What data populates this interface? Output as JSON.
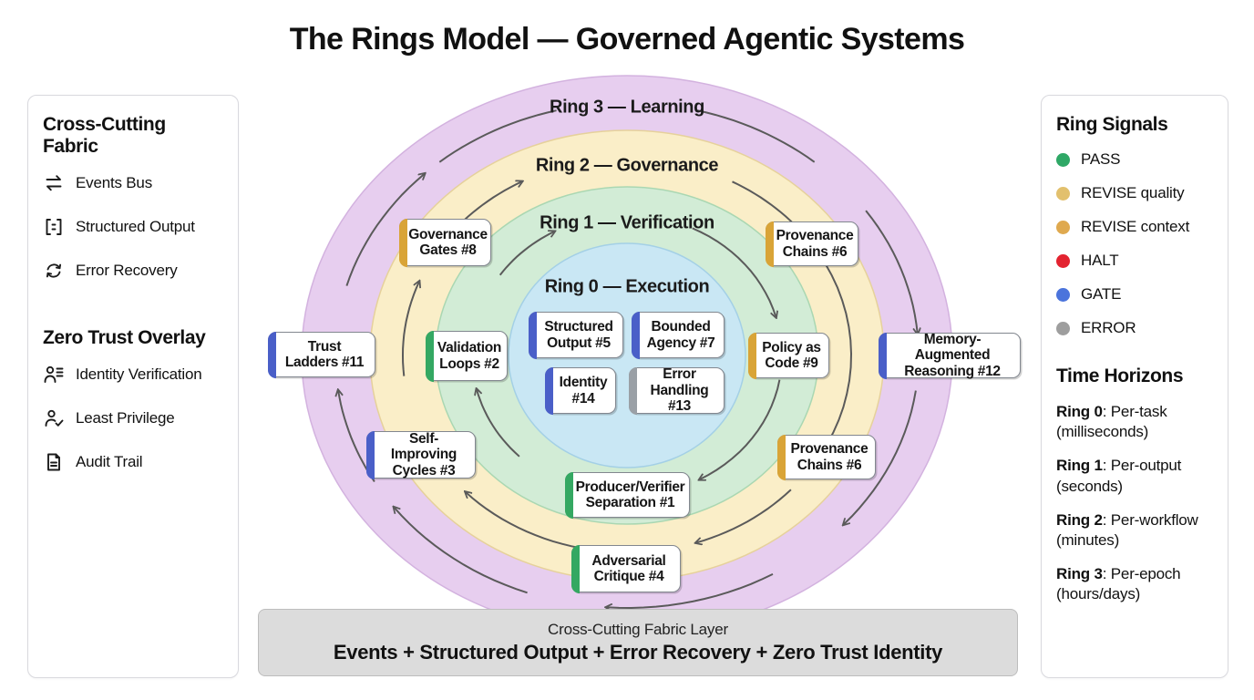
{
  "title": "The Rings Model — Governed Agentic Systems",
  "left_panel": {
    "fabric_heading": "Cross-Cutting Fabric",
    "fabric_items": [
      {
        "icon": "swap-arrows-icon",
        "label": "Events Bus"
      },
      {
        "icon": "brackets-icon",
        "label": "Structured Output"
      },
      {
        "icon": "refresh-icon",
        "label": "Error Recovery"
      }
    ],
    "zero_trust_heading": "Zero Trust Overlay",
    "zero_trust_items": [
      {
        "icon": "person-lines-icon",
        "label": "Identity Verification"
      },
      {
        "icon": "person-check-icon",
        "label": "Least Privilege"
      },
      {
        "icon": "document-icon",
        "label": "Audit Trail"
      }
    ]
  },
  "right_panel": {
    "signals_heading": "Ring Signals",
    "signals": [
      {
        "label": "PASS",
        "color": "#2fa866"
      },
      {
        "label": "REVISE quality",
        "color": "#e2c06d"
      },
      {
        "label": "REVISE context",
        "color": "#dfa94f"
      },
      {
        "label": "HALT",
        "color": "#e32330"
      },
      {
        "label": "GATE",
        "color": "#4b74dc"
      },
      {
        "label": "ERROR",
        "color": "#9e9e9e"
      }
    ],
    "horizons_heading": "Time Horizons",
    "horizons": [
      {
        "ring": "Ring 0",
        "rest": ": Per-task (milliseconds)"
      },
      {
        "ring": "Ring 1",
        "rest": ": Per-output (seconds)"
      },
      {
        "ring": "Ring 2",
        "rest": ": Per-workflow (minutes)"
      },
      {
        "ring": "Ring 3",
        "rest": ": Per-epoch (hours/days)"
      }
    ]
  },
  "rings": [
    {
      "label": "Ring 3 — Learning",
      "fill": "#e7ceef",
      "stroke": "#d3b2df"
    },
    {
      "label": "Ring 2 — Governance",
      "fill": "#faeec8",
      "stroke": "#e6d19b"
    },
    {
      "label": "Ring 1 — Verification",
      "fill": "#d2ecd6",
      "stroke": "#aad7b2"
    },
    {
      "label": "Ring 0 — Execution",
      "fill": "#c9e7f4",
      "stroke": "#a4d0e6"
    }
  ],
  "diagram": {
    "nodes": [
      {
        "label": "Governance Gates #8",
        "accent": "#d9a437"
      },
      {
        "label": "Provenance Chains #6",
        "accent": "#d9a437"
      },
      {
        "label": "Trust Ladders #11",
        "accent": "#4a5fc8"
      },
      {
        "label": "Validation Loops #2",
        "accent": "#34a862"
      },
      {
        "label": "Policy as Code #9",
        "accent": "#d9a437"
      },
      {
        "label": "Memory-Augmented Reasoning #12",
        "accent": "#4a5fc8"
      },
      {
        "label": "Structured Output #5",
        "accent": "#4a5fc8"
      },
      {
        "label": "Bounded Agency #7",
        "accent": "#4a5fc8"
      },
      {
        "label": "Identity #14",
        "accent": "#4a5fc8"
      },
      {
        "label": "Error Handling #13",
        "accent": "#9aa0a6"
      },
      {
        "label": "Self-Improving Cycles #3",
        "accent": "#4a5fc8"
      },
      {
        "label": "Provenance Chains #6",
        "accent": "#d9a437"
      },
      {
        "label": "Producer/Verifier Separation #1",
        "accent": "#34a862"
      },
      {
        "label": "Adversarial Critique #4",
        "accent": "#34a862"
      }
    ]
  },
  "fabric_bar": {
    "subtitle": "Cross-Cutting Fabric Layer",
    "title": "Events + Structured Output + Error Recovery + Zero Trust Identity"
  }
}
